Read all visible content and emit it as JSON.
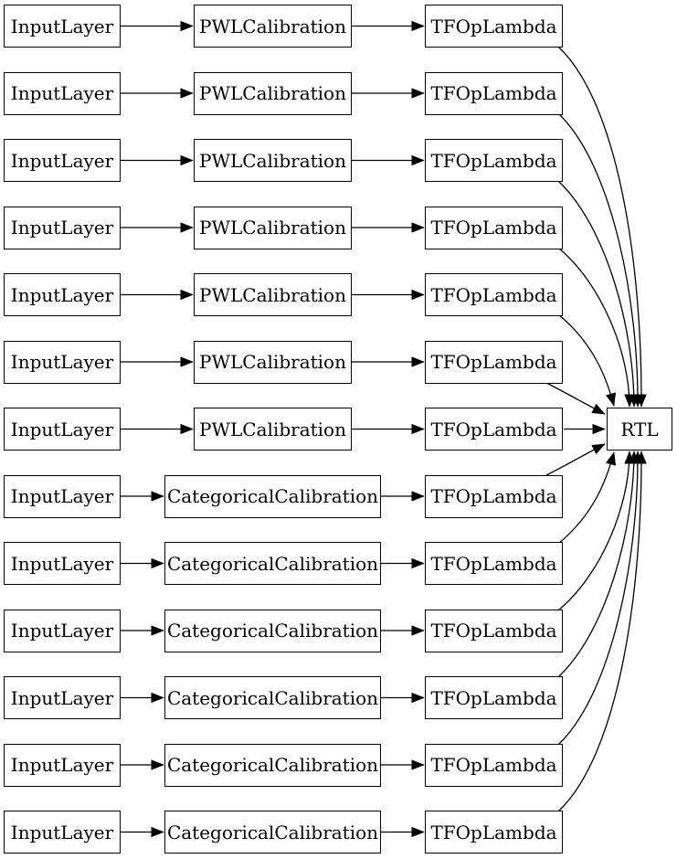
{
  "diagram": {
    "rows": [
      {
        "input": "InputLayer",
        "calibration": "PWLCalibration",
        "calibration_type": "pwl",
        "op": "TFOpLambda"
      },
      {
        "input": "InputLayer",
        "calibration": "PWLCalibration",
        "calibration_type": "pwl",
        "op": "TFOpLambda"
      },
      {
        "input": "InputLayer",
        "calibration": "PWLCalibration",
        "calibration_type": "pwl",
        "op": "TFOpLambda"
      },
      {
        "input": "InputLayer",
        "calibration": "PWLCalibration",
        "calibration_type": "pwl",
        "op": "TFOpLambda"
      },
      {
        "input": "InputLayer",
        "calibration": "PWLCalibration",
        "calibration_type": "pwl",
        "op": "TFOpLambda"
      },
      {
        "input": "InputLayer",
        "calibration": "PWLCalibration",
        "calibration_type": "pwl",
        "op": "TFOpLambda"
      },
      {
        "input": "InputLayer",
        "calibration": "PWLCalibration",
        "calibration_type": "pwl",
        "op": "TFOpLambda"
      },
      {
        "input": "InputLayer",
        "calibration": "CategoricalCalibration",
        "calibration_type": "categorical",
        "op": "TFOpLambda"
      },
      {
        "input": "InputLayer",
        "calibration": "CategoricalCalibration",
        "calibration_type": "categorical",
        "op": "TFOpLambda"
      },
      {
        "input": "InputLayer",
        "calibration": "CategoricalCalibration",
        "calibration_type": "categorical",
        "op": "TFOpLambda"
      },
      {
        "input": "InputLayer",
        "calibration": "CategoricalCalibration",
        "calibration_type": "categorical",
        "op": "TFOpLambda"
      },
      {
        "input": "InputLayer",
        "calibration": "CategoricalCalibration",
        "calibration_type": "categorical",
        "op": "TFOpLambda"
      },
      {
        "input": "InputLayer",
        "calibration": "CategoricalCalibration",
        "calibration_type": "categorical",
        "op": "TFOpLambda"
      }
    ],
    "output": {
      "label": "RTL"
    },
    "colors": {
      "background": "#ffffff",
      "node_fill": "#ffffff",
      "node_border": "#000000",
      "edge": "#000000",
      "text": "#000000"
    }
  }
}
